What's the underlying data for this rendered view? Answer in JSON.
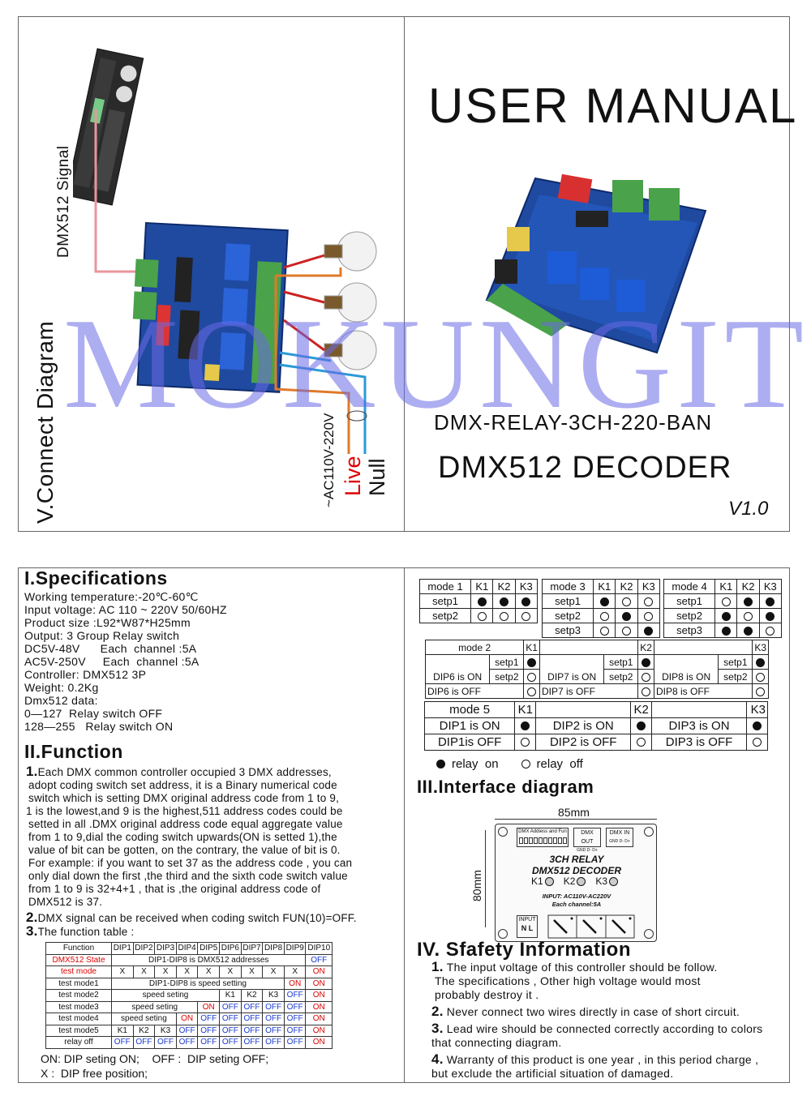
{
  "cover": {
    "connect_label": "V.Connect Diagram",
    "signal_label": "DMX512 Signal",
    "ac_label": "~AC110V-220V",
    "live_label": "Live",
    "null_label": "Null",
    "title": "USER MANUAL",
    "model": "DMX-RELAY-3CH-220-BAN",
    "product": "DMX512 DECODER",
    "version": "V1.0",
    "watermark": "MOKUNGIT"
  },
  "spec": {
    "heading": "I.Specifications",
    "lines": [
      "Working temperature:-20℃-60℃",
      "Input voltage:  AC 110 ~ 220V  50/60HZ",
      "Product size :L92*W87*H25mm",
      "Output: 3 Group Relay switch",
      "DC5V-48V      Each  channel :5A",
      "AC5V-250V     Each  channel :5A",
      "Controller: DMX512  3P",
      "Weight: 0.2Kg",
      "Dmx512 data:",
      "0—127  Relay switch OFF",
      "128—255   Relay switch ON"
    ]
  },
  "function": {
    "heading": "II.Function",
    "p1_num": "1.",
    "p1_lines": [
      "Each DMX common controller occupied 3 DMX addresses,",
      "adopt coding switch set address, it is a Binary numerical code",
      "switch which is setting DMX original address code from 1 to 9,",
      "1 is the lowest,and 9 is the highest,511 address codes  could be",
      "setted  in all .DMX original address code equal aggregate value",
      "from 1 to 9,dial the coding switch upwards(ON is setted 1),the",
      "value of bit can be  gotten, on the contrary, the value of bit is 0.",
      "For example: if you want to set 37 as the address code , you can",
      "only dial down the first ,the third and the  sixth code switch value",
      "from 1 to 9 is 32+4+1  , that is ,the original address  code of",
      "DMX512 is 37."
    ],
    "p2_num": "2.",
    "p2": "DMX signal can be received when coding switch FUN(10)=OFF.",
    "p3_num": "3.",
    "p3": "The function table :",
    "legend1": "ON: DIP seting ON;    OFF :  DIP seting OFF;",
    "legend2": "X :  DIP free position;"
  },
  "ftable": {
    "headers": [
      "Function",
      "DIP1",
      "DIP2",
      "DIP3",
      "DIP4",
      "DIP5",
      "DIP6",
      "DIP7",
      "DIP8",
      "DIP9",
      "DIP10"
    ],
    "row_dmx": [
      "DMX512 State",
      "DIP1-DIP8 is DMX512 addresses",
      "OFF"
    ],
    "row_test": [
      "test mode",
      "X",
      "X",
      "X",
      "X",
      "X",
      "X",
      "X",
      "X",
      "X",
      "ON"
    ],
    "row_tm1": [
      "test mode1",
      "DIP1-DIP8 is speed setting",
      "ON",
      "ON"
    ],
    "row_tm2": [
      "test mode2",
      "speed seting",
      "K1",
      "K2",
      "K3",
      "OFF",
      "ON"
    ],
    "row_tm3": [
      "test mode3",
      "speed seting",
      "ON",
      "OFF",
      "OFF",
      "OFF",
      "OFF",
      "ON"
    ],
    "row_tm4": [
      "test mode4",
      "speed seting",
      "ON",
      "OFF",
      "OFF",
      "OFF",
      "OFF",
      "OFF",
      "ON"
    ],
    "row_tm5": [
      "test mode5",
      "K1",
      "K2",
      "K3",
      "OFF",
      "OFF",
      "OFF",
      "OFF",
      "OFF",
      "OFF",
      "ON"
    ],
    "row_ro": [
      "relay off",
      "OFF",
      "OFF",
      "OFF",
      "OFF",
      "OFF",
      "OFF",
      "OFF",
      "OFF",
      "OFF",
      "ON"
    ]
  },
  "modes": {
    "mode1": {
      "title": "mode  1",
      "setp1": "setp1",
      "setp2": "setp2"
    },
    "mode3": {
      "title": "mode  3",
      "setp1": "setp1",
      "setp2": "setp2",
      "setp3": "setp3"
    },
    "mode4": {
      "title": "mode  4",
      "setp1": "setp1",
      "setp2": "setp2",
      "setp3": "setp3"
    },
    "k1": "K1",
    "k2": "K2",
    "k3": "K3",
    "mode2": {
      "title": "mode  2",
      "setp1": "setp1",
      "setp2": "setp2",
      "dip6on": "DIP6 is ON",
      "dip6off": "DIP6 is OFF",
      "dip7on": "DIP7 is ON",
      "dip7off": "DIP7 is OFF",
      "dip8on": "DIP8 is ON",
      "dip8off": "DIP8 is OFF"
    },
    "mode5": {
      "title": "mode 5",
      "dip1on": "DIP1 is ON",
      "dip1off": "DIP1is OFF",
      "dip2on": "DIP2 is ON",
      "dip2off": "DIP2 is OFF",
      "dip3on": "DIP3 is ON",
      "dip3off": "DIP3 is OFF"
    },
    "relay_on": "relay  on",
    "relay_off": "relay  off"
  },
  "interface": {
    "heading": "III.Interface diagram",
    "width": "85mm",
    "height": "80mm",
    "dmx_addr": "DMX Addiess and Fun",
    "dmx_out": "DMX OUT",
    "dmx_in": "DMX IN",
    "pins": "GND D- D+",
    "board1": "3CH RELAY",
    "board2": "DMX512 DECODER",
    "k1": "K1",
    "k2": "K2",
    "k3": "K3",
    "input1": "INPUT: AC110V-AC220V",
    "input2": "Each channel:5A",
    "input_label": "INPUT",
    "n": "N",
    "l": "L"
  },
  "safety": {
    "heading": "IV. Sfafety Information",
    "items": [
      {
        "num": "1.",
        "lines": [
          "The input voltage of this controller should be follow.",
          "The specifications , Other high voltage would most",
          "probably destroy it ."
        ]
      },
      {
        "num": "2.",
        "lines": [
          "Never connect two wires directly in case of short circuit."
        ]
      },
      {
        "num": "3.",
        "lines": [
          "Lead wire should be connected correctly according to colors",
          "that connecting diagram."
        ]
      },
      {
        "num": "4.",
        "lines": [
          "Warranty of this product is one year , in this period charge ,",
          "but exclude the artificial situation of damaged."
        ]
      }
    ]
  }
}
